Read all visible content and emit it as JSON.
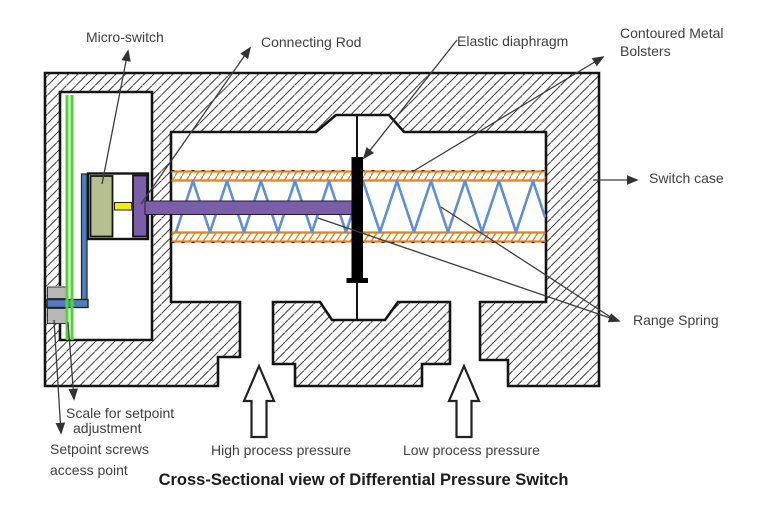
{
  "title": "Cross-Sectional view of Differential Pressure Switch",
  "labels": {
    "micro_switch": "Micro-switch",
    "connecting_rod": "Connecting Rod",
    "elastic_diaphragm": "Elastic diaphragm",
    "contoured_metal_line1": "Contoured Metal",
    "contoured_metal_line2": "Bolsters",
    "switch_case": "Switch case",
    "range_spring": "Range Spring",
    "scale_setpoint_line1": "Scale for setpoint",
    "scale_setpoint_line2": "adjustment",
    "setpoint_screws_line1": "Setpoint screws",
    "setpoint_screws_line2": "access point",
    "high_pressure": "High process pressure",
    "low_pressure": "Low process pressure"
  },
  "colors": {
    "case-line": "#141414",
    "hatch": "#3f3f3f",
    "purple": "#7a5ea8",
    "olive": "#b6c08e",
    "blue": "#4f7fc0",
    "yellow": "#f6ec00",
    "green": "#52d438",
    "gray": "#b8b8b8",
    "spring": "#5d8ed6",
    "orange": "#e0821f",
    "label": "#3f3f3f",
    "leader": "#3c3c3c"
  }
}
